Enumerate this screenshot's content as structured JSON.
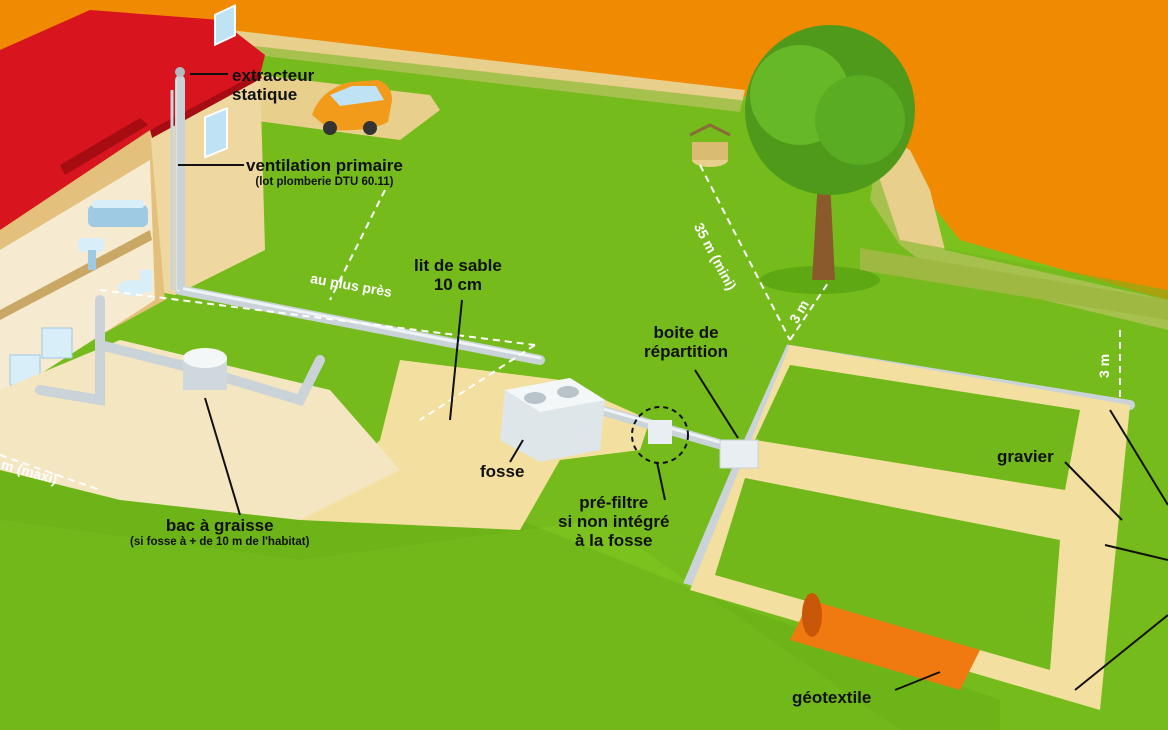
{
  "labels": {
    "extracteur": [
      "extracteur",
      "statique"
    ],
    "ventilation": "ventilation primaire",
    "ventilation_note": "(lot plomberie DTU 60.11)",
    "lit_sable": [
      "lit de sable",
      "10 cm"
    ],
    "boite": [
      "boite de",
      "répartition"
    ],
    "fosse": "fosse",
    "prefiltre": [
      "pré-filtre",
      "si non intégré",
      "à la fosse"
    ],
    "bac": "bac à graisse",
    "bac_note": "(si fosse à + de 10 m de l'habitat)",
    "gravier": "gravier",
    "geotextile": "géotextile"
  },
  "dimensions": {
    "plus_pres": "au plus près",
    "distance_maxi": "m (maxi)",
    "distance_35": "35 m (mini)",
    "trois_m_a": "3 m",
    "trois_m_b": "3 m"
  },
  "colors": {
    "sky": "#f08a00",
    "grass": "#7cc21e",
    "grass_dark": "#5ea814",
    "roof": "#d8141e",
    "wall": "#e8cf8c",
    "sand": "#f3dfa0",
    "pipe": "#d4dce0",
    "geotextile": "#f07a10",
    "car": "#f29a1a"
  },
  "icons": [
    "car-icon",
    "tree-icon",
    "well-icon",
    "bathtub-icon",
    "sink-icon",
    "toilet-icon",
    "washing-machine-icon"
  ]
}
